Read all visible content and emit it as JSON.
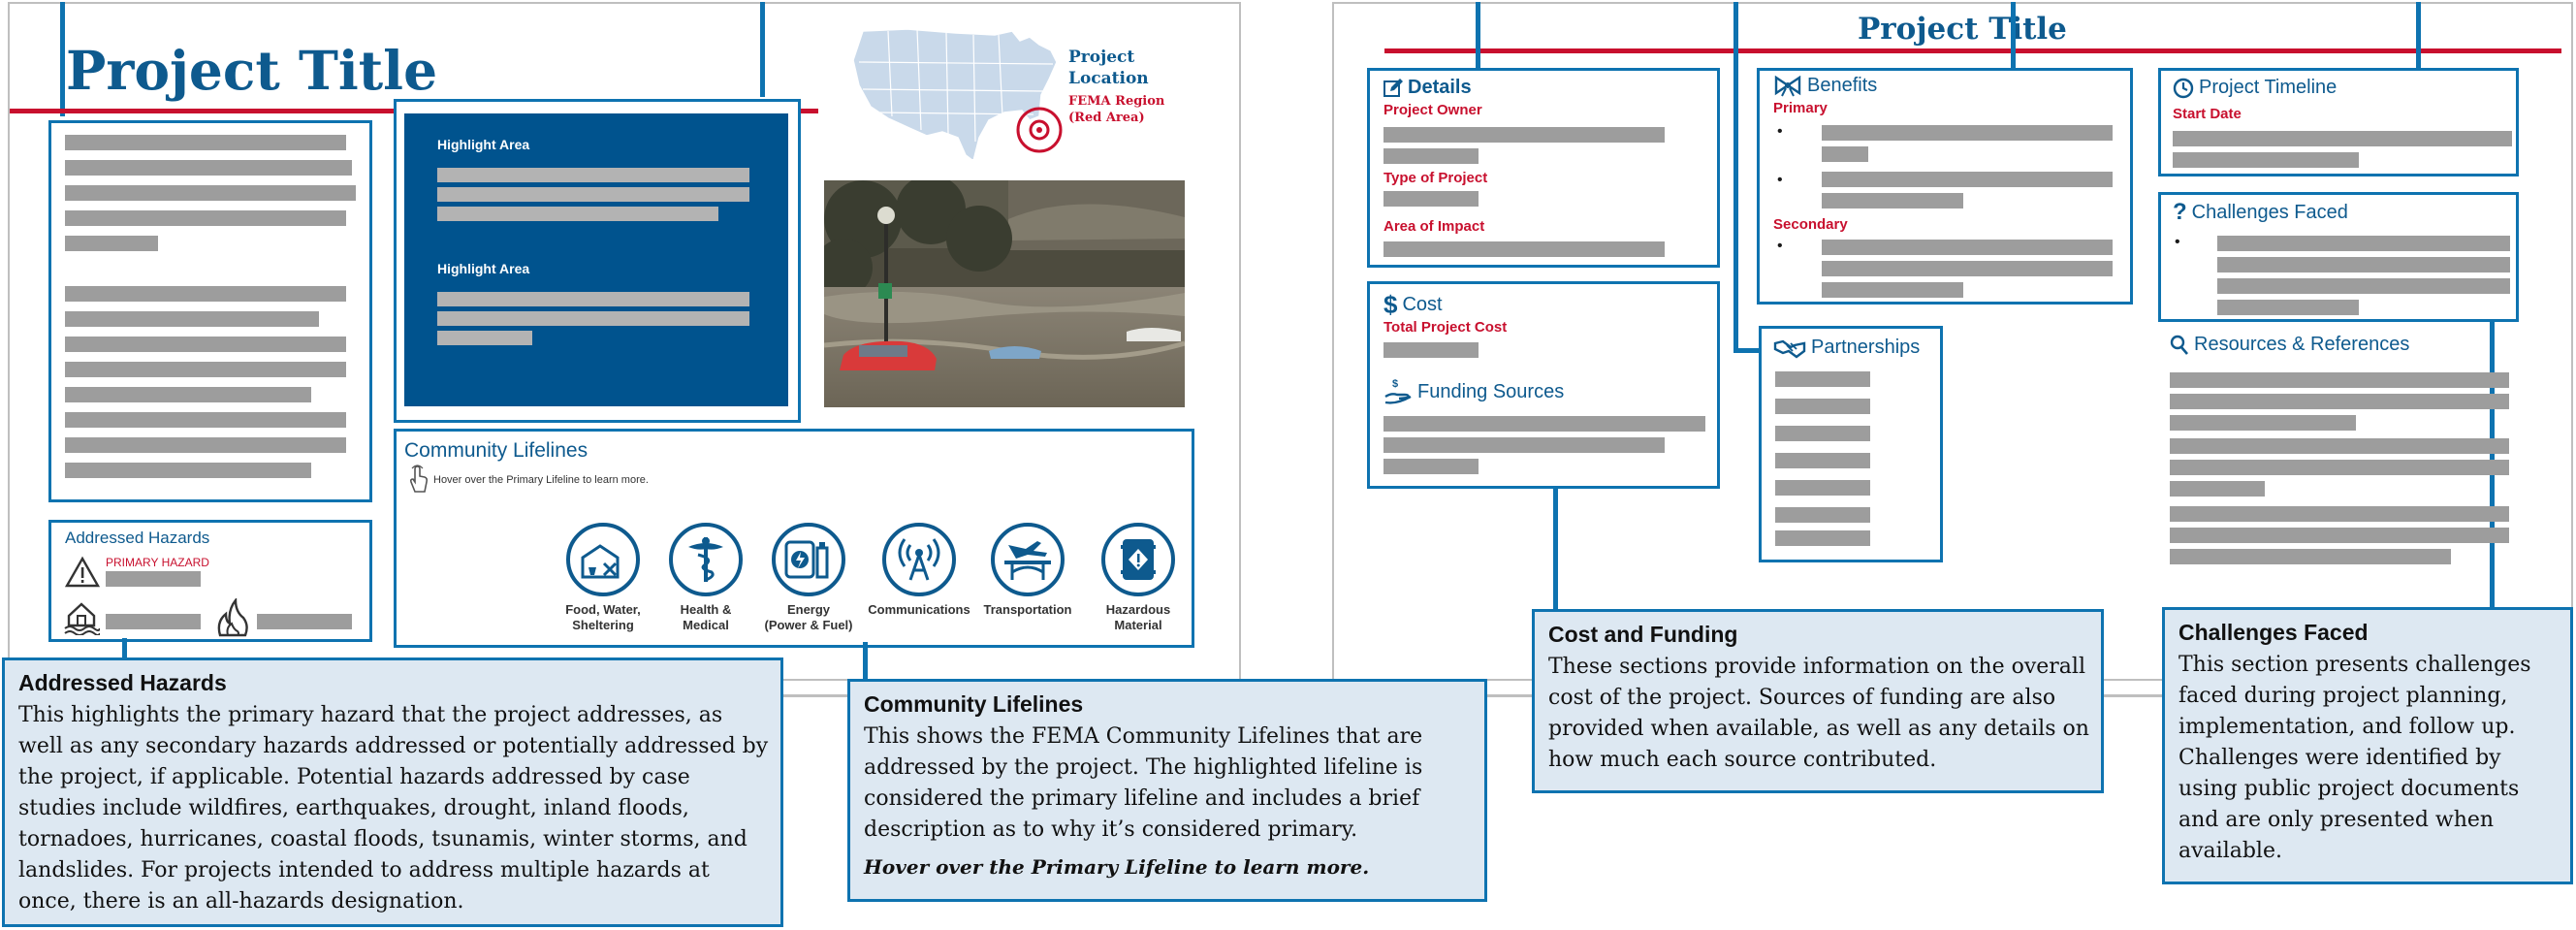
{
  "left_page": {
    "title": "Project Title",
    "location": {
      "label_line1": "Project",
      "label_line2": "Location",
      "region_line1": "FEMA Region",
      "region_line2": "(Red Area)"
    },
    "highlight": {
      "label1": "Highlight Area",
      "label2": "Highlight Area"
    },
    "lifelines_box": {
      "title": "Community Lifelines",
      "hint": "Hover over the Primary Lifeline to learn more.",
      "items": [
        {
          "line1": "Food, Water,",
          "line2": "Sheltering",
          "icon": "food-water-shelter-icon"
        },
        {
          "line1": "Health &",
          "line2": "Medical",
          "icon": "health-medical-icon"
        },
        {
          "line1": "Energy",
          "line2": "(Power & Fuel)",
          "icon": "energy-icon"
        },
        {
          "line1": "Communications",
          "line2": "",
          "icon": "communications-icon"
        },
        {
          "line1": "Transportation",
          "line2": "",
          "icon": "transportation-icon"
        },
        {
          "line1": "Hazardous",
          "line2": "Material",
          "icon": "hazardous-material-icon"
        }
      ]
    },
    "hazards_box": {
      "title": "Addressed Hazards",
      "primary_label": "PRIMARY HAZARD"
    }
  },
  "right_page": {
    "title": "Project Title",
    "details": {
      "title": "Details",
      "owner": "Project Owner",
      "type": "Type of Project",
      "area": "Area of Impact"
    },
    "cost": {
      "title": "Cost",
      "total": "Total Project Cost",
      "funding": "Funding Sources"
    },
    "benefits": {
      "title": "Benefits",
      "primary": "Primary",
      "secondary": "Secondary",
      "bullet": "•"
    },
    "partnerships": {
      "title": "Partnerships"
    },
    "timeline": {
      "title": "Project Timeline",
      "start": "Start Date"
    },
    "challenges": {
      "title": "Challenges Faced"
    },
    "resources": {
      "title": "Resources & References"
    }
  },
  "callouts": {
    "hazards": {
      "title": "Addressed Hazards",
      "body": "This highlights the primary hazard that the project addresses, as well as any secondary hazards addressed or potentially addressed by the project, if applicable. Potential hazards addressed by case studies include wildfires, earthquakes, drought, inland floods, tornadoes, hurricanes, coastal floods, tsunamis, winter storms, and landslides. For projects intended to address multiple hazards at once, there is an all-hazards designation."
    },
    "lifelines": {
      "title": "Community Lifelines",
      "body": "This shows the FEMA Community Lifelines that are addressed by the project. The highlighted lifeline is considered the primary lifeline and includes a brief description as to why it’s considered primary.",
      "italic": "Hover over the Primary Lifeline to learn more."
    },
    "cost": {
      "title": "Cost and Funding",
      "body": "These sections provide information on the overall cost of the project. Sources of funding are also provided when available, as well as any details on how much each source contributed."
    },
    "challenges": {
      "title": "Challenges Faced",
      "body": "This section presents challenges faced during project planning, implementation, and follow up. Challenges were identified by using public project documents and are only presented when available."
    }
  },
  "colors": {
    "accent_blue": "#0e73b0",
    "dark_blue": "#0e5a8e",
    "highlight_blue": "#00538e",
    "red": "#c8102e",
    "callout_bg": "#dde8f2",
    "placeholder_gray": "#9d9d9d"
  }
}
